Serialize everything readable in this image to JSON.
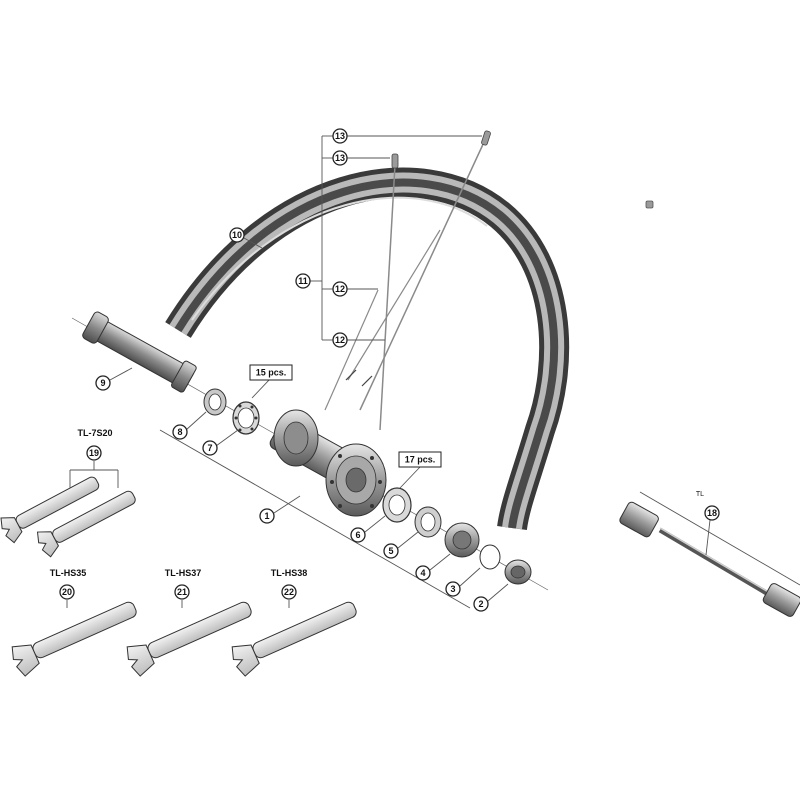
{
  "callouts": {
    "c1": "1",
    "c2": "2",
    "c3": "3",
    "c4": "4",
    "c5": "5",
    "c6": "6",
    "c7": "7",
    "c8": "8",
    "c9": "9",
    "c10": "10",
    "c11": "11",
    "c12a": "12",
    "c12b": "12",
    "c13a": "13",
    "c13b": "13",
    "c18": "18",
    "c19": "19",
    "c20": "20",
    "c21": "21",
    "c22": "22"
  },
  "quantities": {
    "q1": "15 pcs.",
    "q2": "17 pcs."
  },
  "tools": {
    "t1": "TL-7S20",
    "t2": "TL-HS35",
    "t3": "TL-HS37",
    "t4": "TL-HS38"
  },
  "small_label": "TL",
  "colors": {
    "ink": "#222222",
    "rim_dark": "#3a3a3a",
    "rim_light": "#b8b8b8",
    "part_grey": "#9a9a9a"
  }
}
